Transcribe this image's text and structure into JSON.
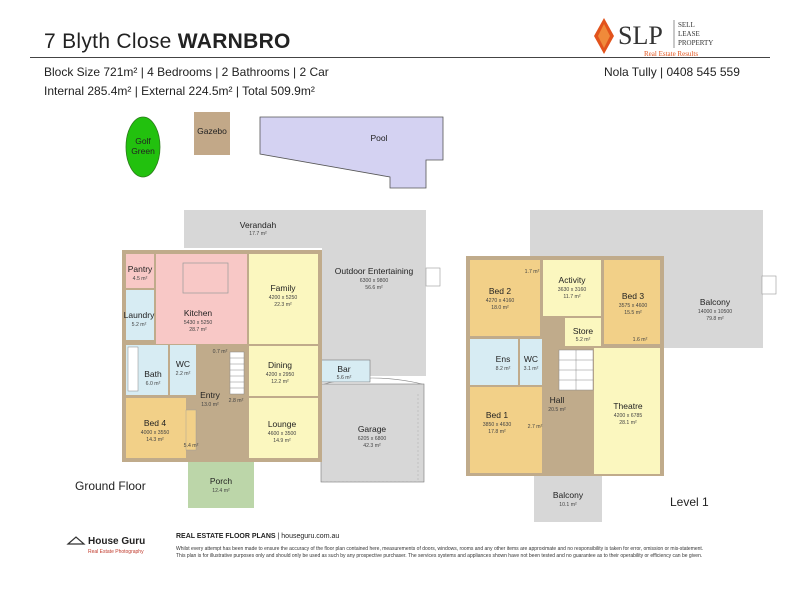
{
  "header": {
    "title_prefix": "7 Blyth Close",
    "title_suffix": "WARNBRO",
    "line1": "Block Size 721m² | 4 Bedrooms | 2 Bathrooms  | 2 Car",
    "line2": "Internal 285.4m² | External 224.5m² | Total 509.9m²",
    "agent": "Nola Tully | 0408 545 559"
  },
  "agency_logo": {
    "mark": "SLP",
    "line1": "SELL",
    "line2": "LEASE",
    "line3": "PROPERTY",
    "tagline": "Real Estate Results"
  },
  "site": {
    "golf": "Golf",
    "golf2": "Green",
    "gazebo": "Gazebo",
    "pool": "Pool"
  },
  "ground_floor": {
    "label": "Ground Floor",
    "verandah": {
      "name": "Verandah",
      "area": "17.7 m²"
    },
    "pantry": {
      "name": "Pantry",
      "area": "4.5 m²"
    },
    "kitchen": {
      "name": "Kitchen",
      "dims": "5430 x 5250",
      "area": "28.7 m²"
    },
    "family": {
      "name": "Family",
      "dims": "4200 x 5250",
      "area": "22.3 m²"
    },
    "laundry": {
      "name": "Laundry",
      "area": "5.2 m²"
    },
    "bath": {
      "name": "Bath",
      "area": "6.0 m²"
    },
    "wc": {
      "name": "WC",
      "area": "2.2 m²"
    },
    "entry": {
      "name": "Entry",
      "area": "13.0 m²"
    },
    "dining": {
      "name": "Dining",
      "dims": "4200 x 2950",
      "area": "12.2 m²"
    },
    "bed4": {
      "name": "Bed 4",
      "dims": "4000 x 3550",
      "area": "14.3 m²",
      "robe": "5.4 m²"
    },
    "lounge": {
      "name": "Lounge",
      "dims": "4600 x 3500",
      "area": "14.9 m²"
    },
    "porch": {
      "name": "Porch",
      "area": "12.4 m²"
    },
    "outdoor": {
      "name": "Outdoor Entertaining",
      "dims": "6300 x 9800",
      "area": "56.6 m²"
    },
    "bar": {
      "name": "Bar",
      "area": "5.6 m²"
    },
    "garage": {
      "name": "Garage",
      "dims": "6205 x 6800",
      "area": "42.3 m²"
    },
    "small1": "0.7 m²",
    "small2": "2.8 m²"
  },
  "level1": {
    "label": "Level 1",
    "bed2": {
      "name": "Bed 2",
      "dims": "4270 x 4160",
      "area": "18.0 m²",
      "robe": "1.7 m²"
    },
    "activity": {
      "name": "Activity",
      "dims": "3630 x 3160",
      "area": "11.7 m²"
    },
    "bed3": {
      "name": "Bed 3",
      "dims": "3575 x 4600",
      "area": "15.5 m²",
      "robe": "1.6 m²"
    },
    "store": {
      "name": "Store",
      "area": "5.2 m²"
    },
    "ens": {
      "name": "Ens",
      "area": "8.2 m²"
    },
    "wc": {
      "name": "WC",
      "area": "3.1 m²"
    },
    "bed1": {
      "name": "Bed 1",
      "dims": "3850 x 4630",
      "area": "17.8 m²",
      "robe": "2.7 m²"
    },
    "hall": {
      "name": "Hall",
      "area": "20.5 m²"
    },
    "theatre": {
      "name": "Theatre",
      "dims": "4200 x 6785",
      "area": "28.1 m²"
    },
    "balcony": {
      "name": "Balcony",
      "dims": "14000 x 10500",
      "area": "79.8 m²"
    },
    "balcony2": {
      "name": "Balcony",
      "area": "10.1 m²"
    }
  },
  "footer": {
    "house_guru": "House Guru",
    "house_guru_tag": "Real Estate Photography",
    "title": "REAL ESTATE FLOOR PLANS",
    "site": "| houseguru.com.au",
    "disclaimer1": "Whilst every attempt has been made to ensure the accuracy of the floor plan contained here, measurements of doors, windows, rooms and any other items are approximate and no responsibility is taken for error, omission or mis-statement.",
    "disclaimer2": "This plan is for illustrative purposes only and should only be used as such by any prospective purchaser. The services systems and appliances shown have not been tested and no guarantee as to their operability or efficiency can be given."
  },
  "colors": {
    "kitchen": "#f8c8c6",
    "living": "#fbf7bf",
    "bedroom": "#f2d088",
    "wet": "#d7ecf3",
    "outdoor": "#d7d7d7",
    "porch": "#bcd6a9",
    "pool": "#d4d2f2",
    "golf": "#22c10e",
    "gazebo": "#c2a888",
    "floor": "#c0ab8b",
    "logo_orange": "#e2531c"
  }
}
